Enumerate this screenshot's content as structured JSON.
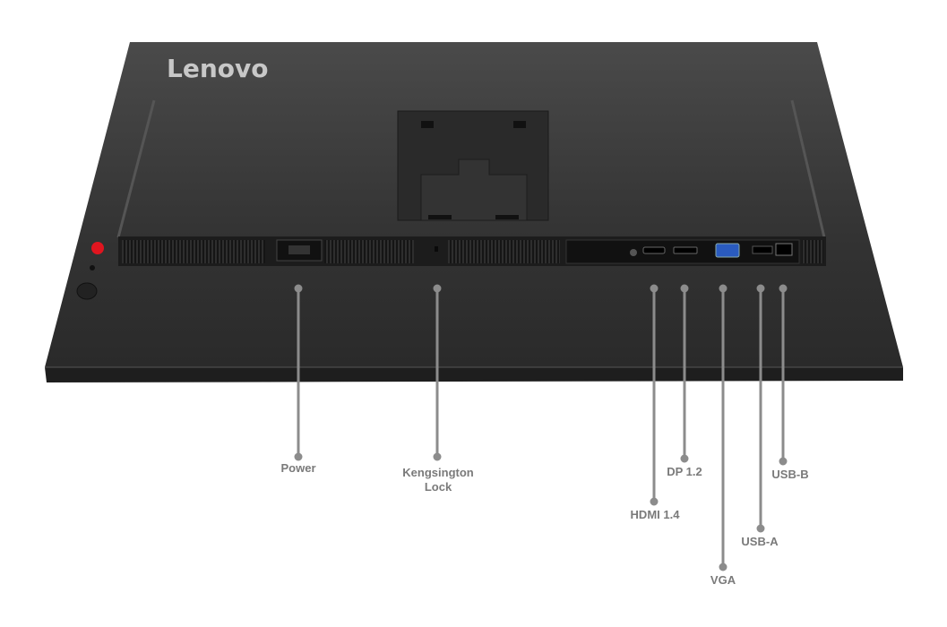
{
  "brand": "Lenovo",
  "colors": {
    "body": "#2b2b2b",
    "accent_button": "#e0151f",
    "vga_port": "#2a5bbf",
    "label": "#7a7a7a",
    "leader": "#8c8c8c"
  },
  "callouts": [
    {
      "id": "power",
      "label": "Power"
    },
    {
      "id": "kensington",
      "label": "Kengsington\nLock"
    },
    {
      "id": "hdmi",
      "label": "HDMI 1.4"
    },
    {
      "id": "dp",
      "label": "DP 1.2"
    },
    {
      "id": "vga",
      "label": "VGA"
    },
    {
      "id": "usba",
      "label": "USB-A"
    },
    {
      "id": "usbb",
      "label": "USB-B"
    }
  ]
}
